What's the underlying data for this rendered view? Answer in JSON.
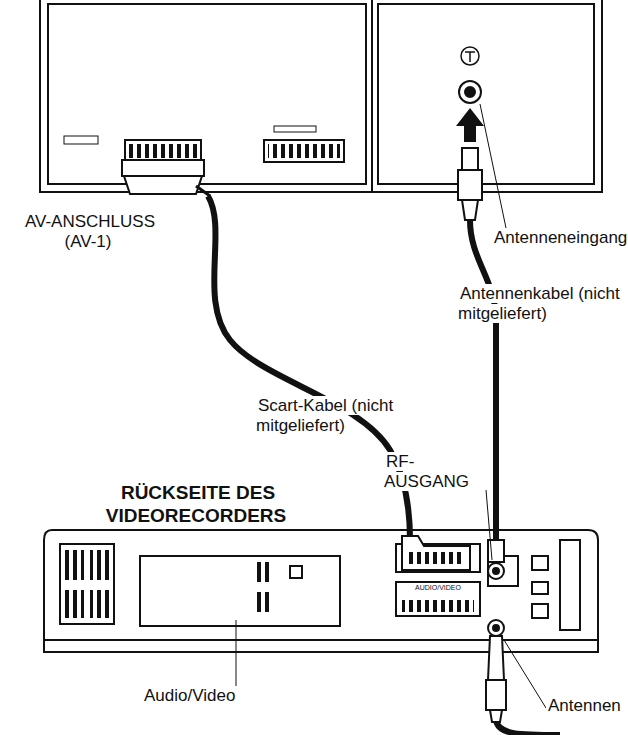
{
  "diagram": {
    "labels": [
      "AV-ANSCHLUSS (AV-1)",
      "Antenneneingang",
      "Antennenkabel (nicht mitgeliefert)",
      "Scart-Kabel (nicht mitgeliefert)",
      "RF- AUSGANG",
      "RÜCKSEITE DES VIDEORECORDERS",
      "Audio/Video",
      "Antennen",
      "AUDIO/VIDEO"
    ]
  }
}
